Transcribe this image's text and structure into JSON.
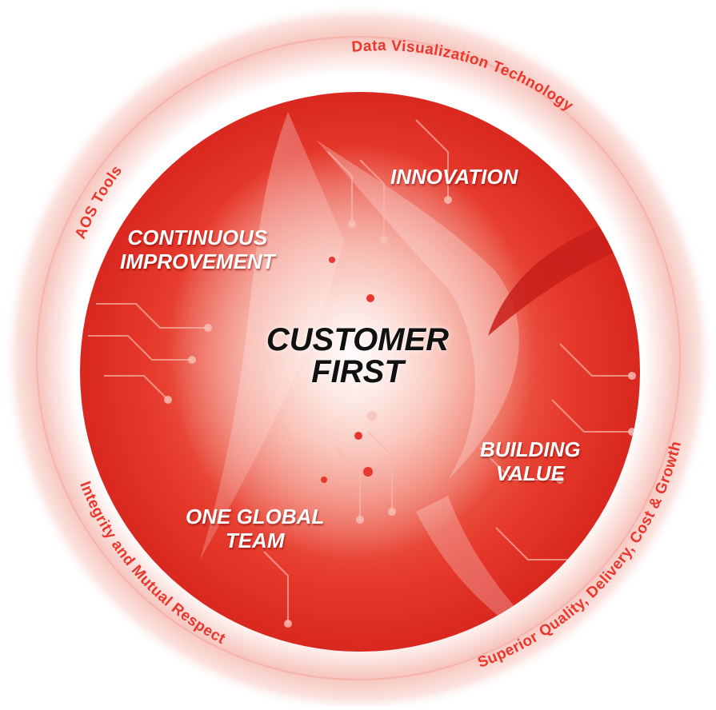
{
  "center": {
    "line1": "CUSTOMER",
    "line2": "FIRST"
  },
  "values": {
    "innovation": "INNOVATION",
    "continuous_line1": "CONTINUOUS",
    "continuous_line2": "IMPROVEMENT",
    "building_line1": "BUILDING",
    "building_line2": "VALUE",
    "team_line1": "ONE GLOBAL",
    "team_line2": "TEAM"
  },
  "ring": {
    "data_viz": "Data Visualization Technology",
    "aos_tools": "AOS Tools",
    "superior": "Superior Quality, Delivery, Cost & Growth",
    "integrity": "Integrity and Mutual Respect"
  },
  "colors": {
    "primary_red": "#e8372d",
    "dark_red": "#c81e1a",
    "ring_pink": "#f6b9b0",
    "text_dark": "#111111",
    "text_light": "#ffffff"
  }
}
